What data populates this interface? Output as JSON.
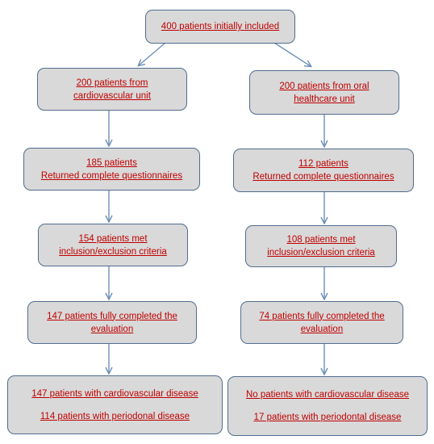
{
  "colors": {
    "box_fill": "#d9d9d9",
    "box_border": "#4f6d8f",
    "text": "#c00000",
    "arrow": "#6b8fb8"
  },
  "top": {
    "lines": [
      "400 patients initially included"
    ]
  },
  "left": {
    "source": {
      "lines": [
        "200 patients from",
        "cardiovascular unit"
      ]
    },
    "returned": {
      "lines": [
        "185 patients",
        "Returned complete questionnaires"
      ]
    },
    "criteria": {
      "lines": [
        "154 patients met",
        "inclusion/exclusion criteria"
      ]
    },
    "completed": {
      "lines": [
        "147 patients fully completed the",
        "evaluation"
      ]
    },
    "result": {
      "lines": [
        "147 patients with cardiovascular disease",
        "114 patients with periodonal disease"
      ]
    }
  },
  "right": {
    "source": {
      "lines": [
        "200 patients from oral",
        "healthcare unit"
      ]
    },
    "returned": {
      "lines": [
        "112 patients",
        "Returned complete questionnaires"
      ]
    },
    "criteria": {
      "lines": [
        "108 patients met",
        "inclusion/exclusion criteria"
      ]
    },
    "completed": {
      "lines": [
        "74 patients fully completed the",
        "evaluation"
      ]
    },
    "result": {
      "lines": [
        "No patients with cardiovascular disease",
        "17 patients with periodontal disease"
      ]
    }
  }
}
